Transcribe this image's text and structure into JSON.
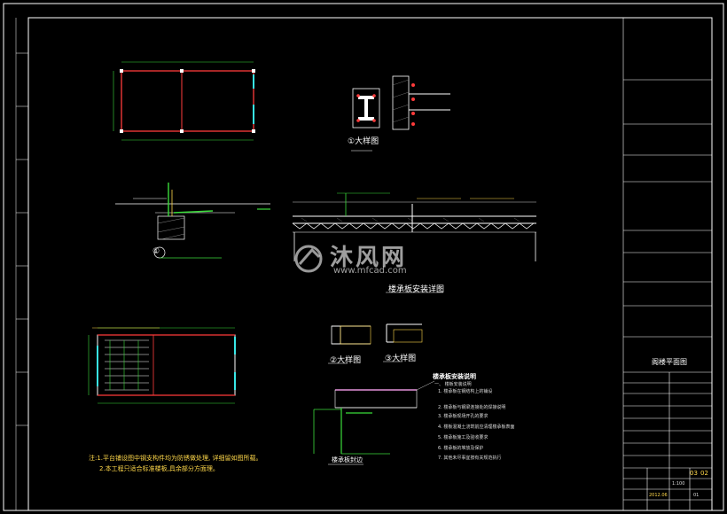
{
  "details": {
    "detail1_label": "①大样图",
    "detail2_label": "②大样图",
    "detail3_label": "③大样图",
    "section_label": "楼承板安装详图",
    "edge_label": "楼承板封边",
    "section_tag": "①"
  },
  "notes": {
    "main_line1": "注:1.平台铺设图中钢支构件均为防锈做处理, 详细留如图所载。",
    "main_line2": "2.本工程只适合标准楼板,具余部分方面理。",
    "spec_title": "楼承板安装说明",
    "spec_items": [
      "一、 楼板安装说明",
      "1. 楼承板在钢结构上的铺设",
      "2. 楼承板与钢梁连接处的焊接说明",
      "3. 楼承板现场开孔的要求",
      "4. 楼板混凝土浇筑前应清理楼承板表面",
      "5. 楼承板施工及验收要求",
      "6. 楼承板的堆放及保护",
      "7. 其他未尽事宜按有关规范执行"
    ]
  },
  "title_block": {
    "drawing_title": "阁楼平面图",
    "drawing_number": "03",
    "sheet_index": "02",
    "scale": "1:100",
    "date": "2012.06",
    "page": "01"
  },
  "watermark": {
    "brand": "沐风网",
    "url": "www.mfcad.com"
  },
  "colors": {
    "background": "#000000",
    "frame": "#ffffff",
    "wall": "#ff3b3b",
    "dimension": "#3bdc3b",
    "annotation": "#ffd84a",
    "glazing": "#38e6e6",
    "concrete": "#d44cc4"
  }
}
